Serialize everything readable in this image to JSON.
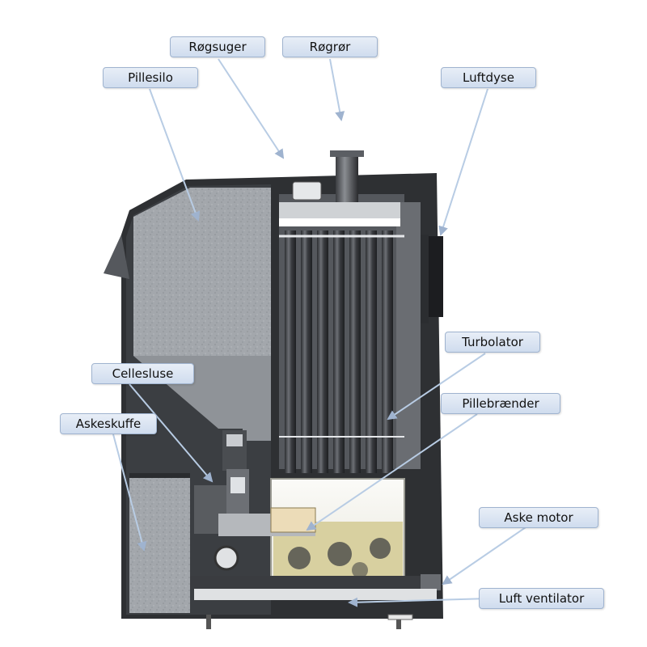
{
  "labels": {
    "rogsuger": "Røgsuger",
    "rogror": "Røgrør",
    "pillesilo": "Pillesilo",
    "luftdyse": "Luftdyse",
    "turbolator": "Turbolator",
    "cellesluse": "Cellesluse",
    "pillebraender": "Pillebrænder",
    "askeskuffe": "Askeskuffe",
    "aske_motor": "Aske motor",
    "luft_ventilator": "Luft ventilator"
  },
  "colors": {
    "label_fill": "#dbe5f3",
    "label_border": "#9fb3cf",
    "pointer": "#b8cce4",
    "casing": "#2a2c2f",
    "insulation": "#9a9ea3",
    "flame_chamber": "#f6f6f4"
  }
}
